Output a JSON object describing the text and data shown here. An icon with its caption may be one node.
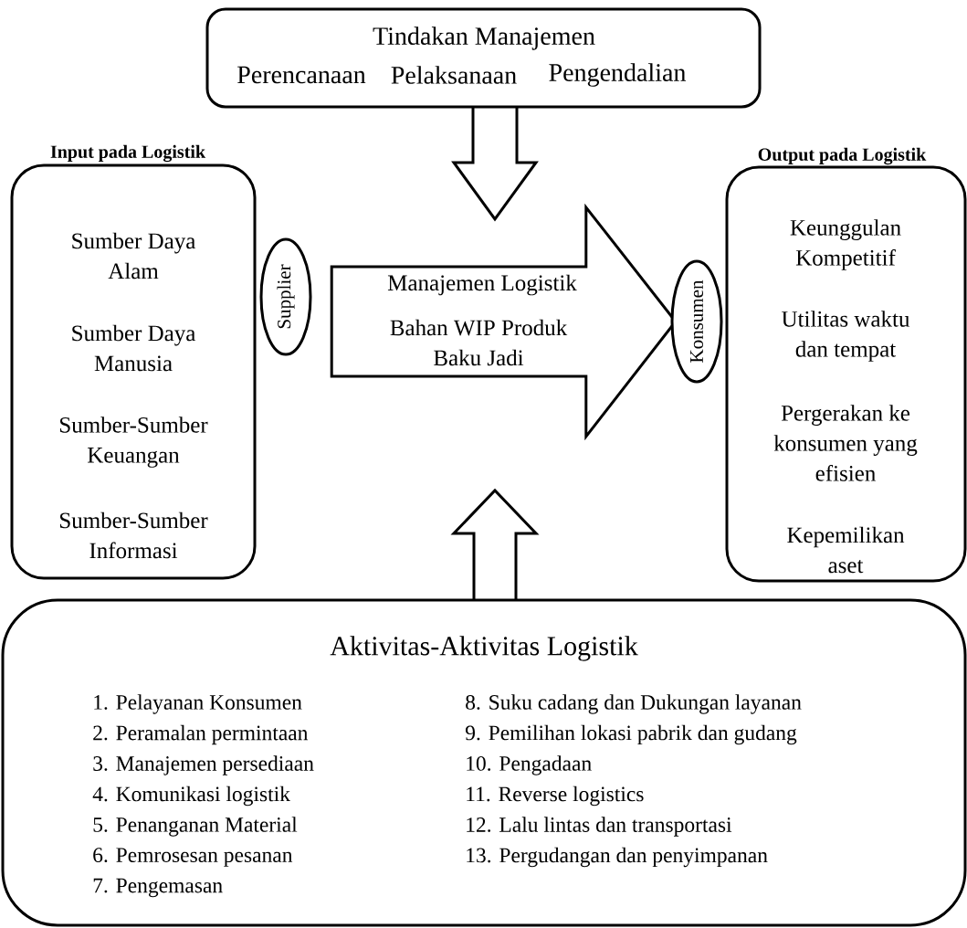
{
  "diagram": {
    "nodes": [
      {
        "text": [
          "Tindakan Manajemen",
          "Perencanaan",
          "Pelaksanaan",
          "Pengendalian"
        ]
      },
      {
        "text": [
          "Input pada Logistik",
          "Sumber Daya Alam",
          "Sumber Daya Manusia",
          "Sumber-Sumber Keuangan",
          "Sumber-Sumber Informasi"
        ]
      },
      {
        "text": [
          "Supplier"
        ]
      },
      {
        "text": [
          "Konsumen"
        ]
      },
      {
        "text": [
          "Output pada Logistik",
          "Keunggulan Kompetitif",
          "Utilitas waktu dan tempat",
          "Pergerakan ke konsumen yang efisien",
          "Kepemilikan aset"
        ]
      },
      {
        "text": [
          "Aktivitas-Aktivitas Logistik",
          "1. Pelayanan Konsumen",
          "2. Peramalan permintaan",
          "3. Manajemen persediaan",
          "4. Komunikasi logistik",
          "5. Penanganan Material",
          "6. Pemrosesan pesanan",
          "7. Pengemasan",
          "8. Suku cadang dan Dukungan layanan",
          "9. Pemilihan lokasi pabrik dan gudang",
          "10. Pengadaan",
          "11. Reverse logistics",
          "12. Lalu lintas dan transportasi",
          "13. Pergudangan dan penyimpanan"
        ]
      }
    ],
    "edges": [
      {
        "from": 0,
        "to": null,
        "arrow": "to"
      },
      {
        "from": 5,
        "to": null,
        "arrow": "to"
      },
      {
        "from": 2,
        "to": 3,
        "arrow": "to",
        "label": "Manajemen Logistik"
      }
    ],
    "labels": [
      "Bahan WIP Produk Baku Jadi"
    ]
  }
}
